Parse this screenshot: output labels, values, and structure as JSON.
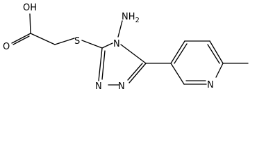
{
  "molecule": {
    "atom_labels": {
      "oh": "OH",
      "o_carbonyl": "O",
      "s": "S",
      "n4": "N",
      "nh2": "NH",
      "nh2_subscript": "2",
      "n_left": "N",
      "n_right": "N",
      "n_pyridine": "N"
    }
  }
}
